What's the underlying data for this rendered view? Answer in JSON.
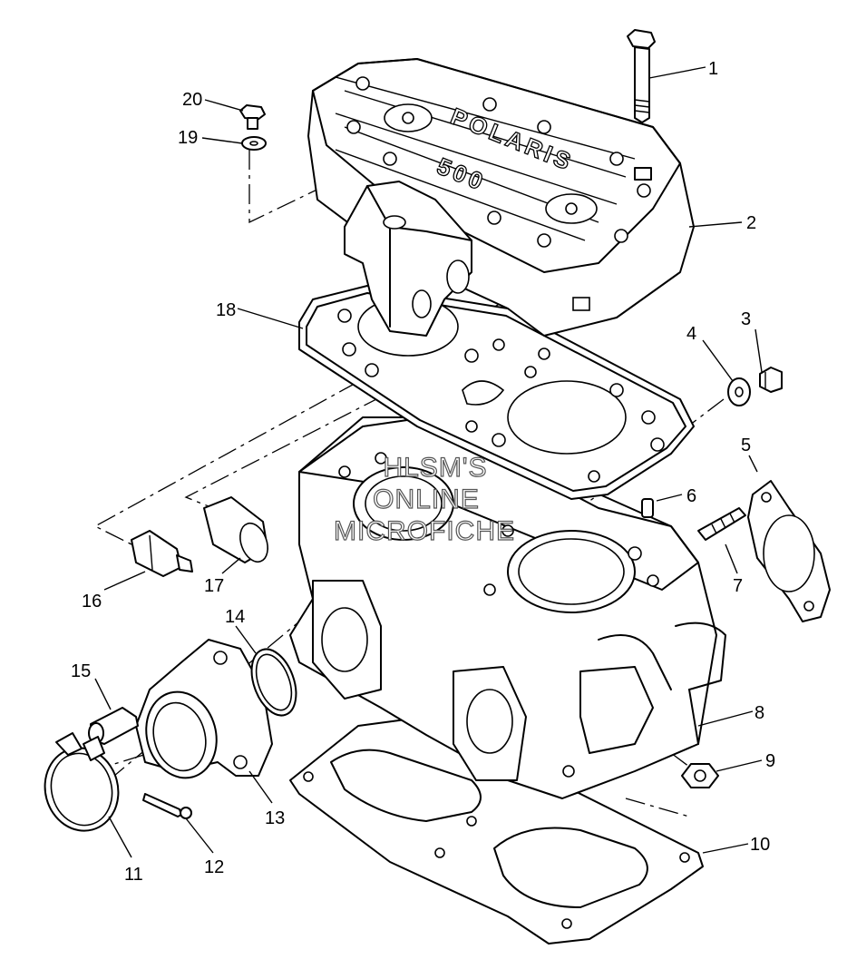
{
  "callouts": [
    {
      "id": "1",
      "label": "1"
    },
    {
      "id": "2",
      "label": "2"
    },
    {
      "id": "3",
      "label": "3"
    },
    {
      "id": "4",
      "label": "4"
    },
    {
      "id": "5",
      "label": "5"
    },
    {
      "id": "6",
      "label": "6"
    },
    {
      "id": "7",
      "label": "7"
    },
    {
      "id": "8",
      "label": "8"
    },
    {
      "id": "9",
      "label": "9"
    },
    {
      "id": "10",
      "label": "10"
    },
    {
      "id": "11",
      "label": "11"
    },
    {
      "id": "12",
      "label": "12"
    },
    {
      "id": "13",
      "label": "13"
    },
    {
      "id": "14",
      "label": "14"
    },
    {
      "id": "15",
      "label": "15"
    },
    {
      "id": "16",
      "label": "16"
    },
    {
      "id": "17",
      "label": "17"
    },
    {
      "id": "18",
      "label": "18"
    },
    {
      "id": "19",
      "label": "19"
    },
    {
      "id": "20",
      "label": "20"
    }
  ],
  "cylinder_head_logo": {
    "brand": "POLARIS",
    "model": "500"
  },
  "watermark": [
    "HLSM'S",
    "ONLINE",
    "MICROFICHE"
  ]
}
